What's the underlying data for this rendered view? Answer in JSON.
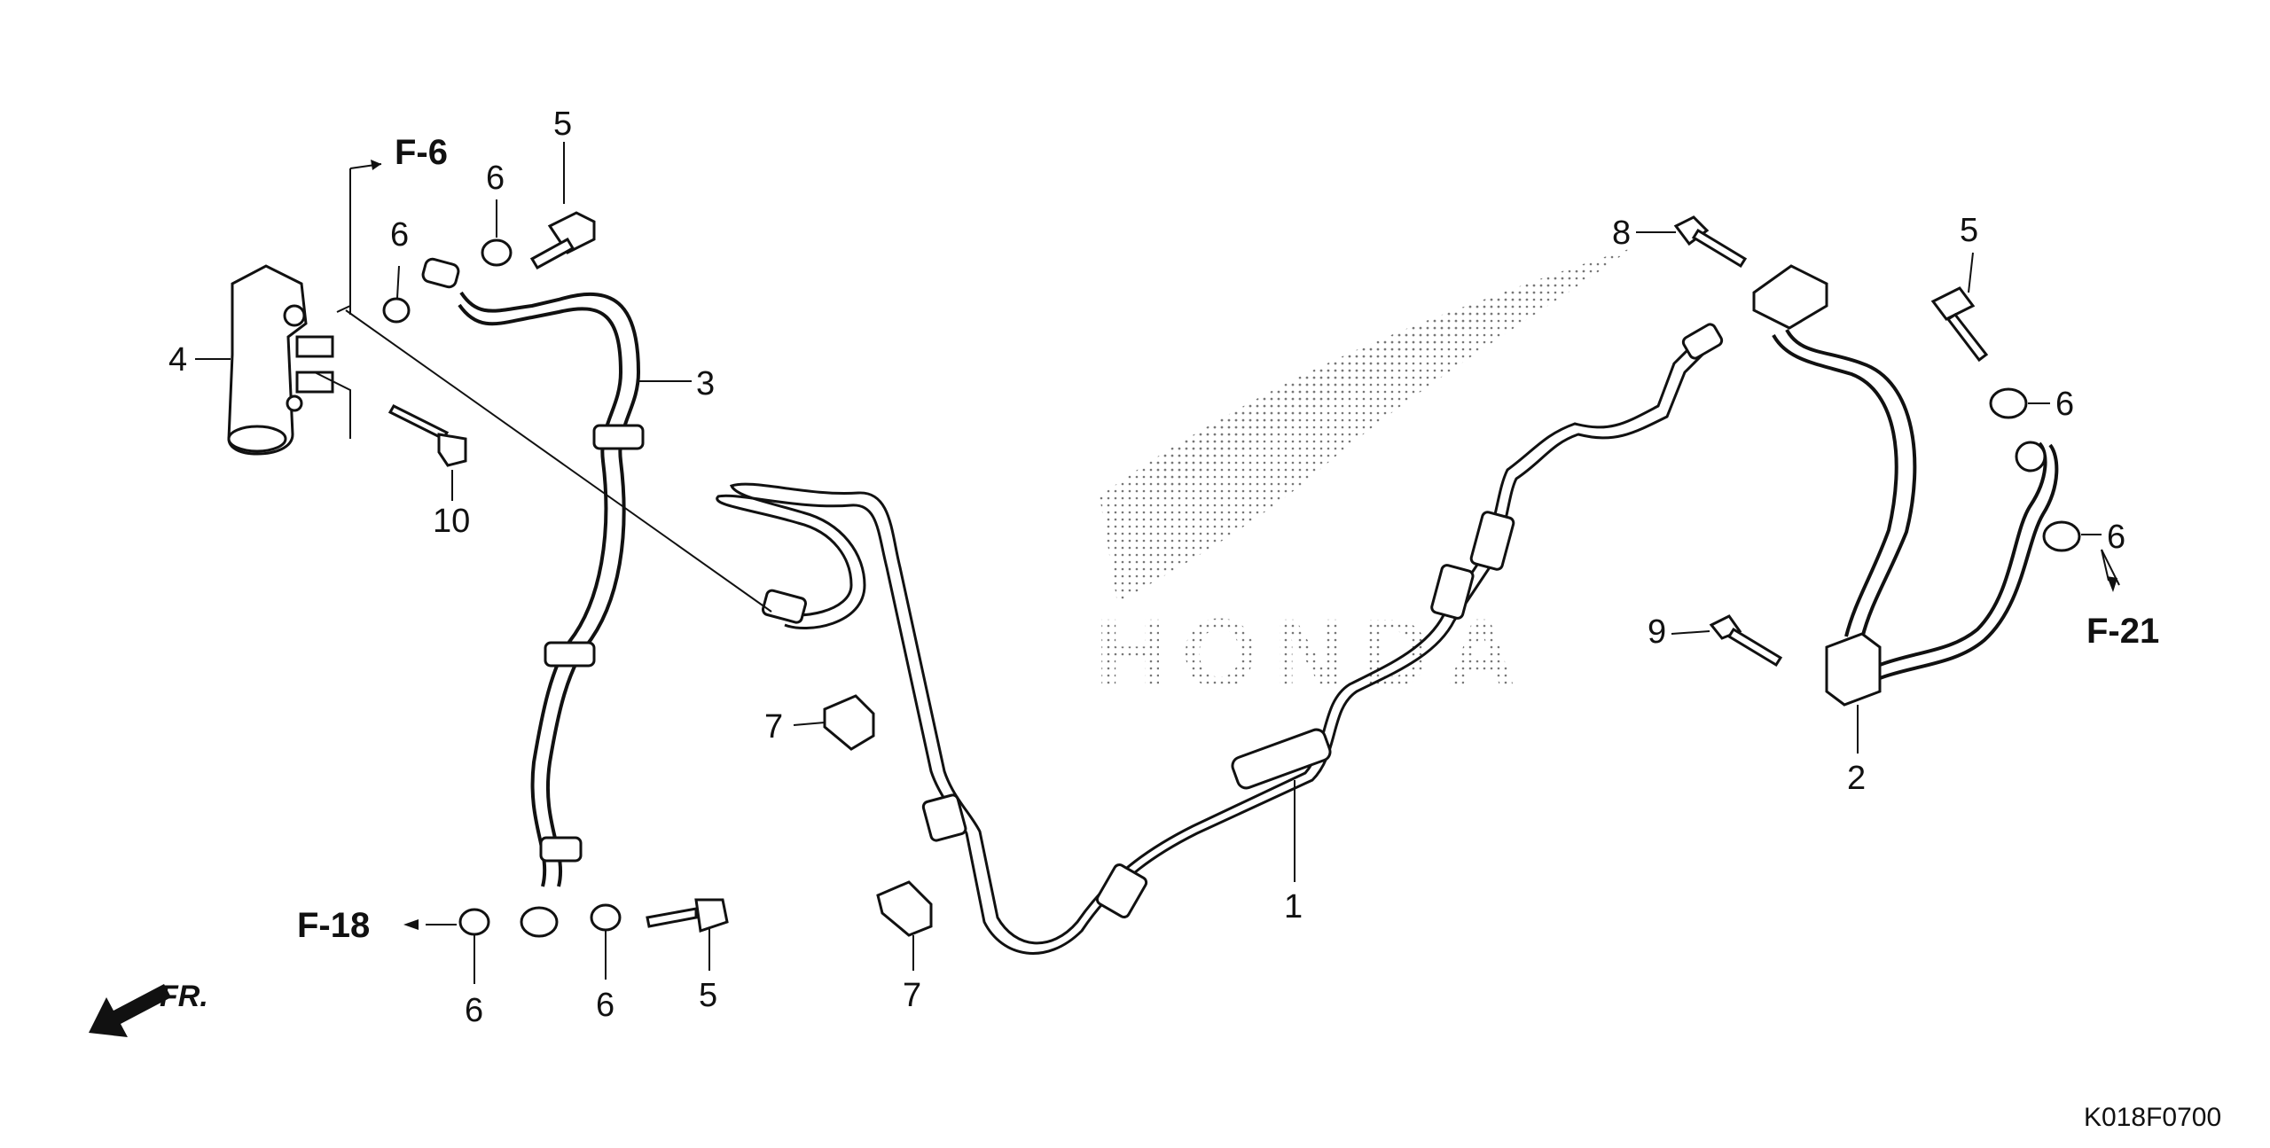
{
  "diagram": {
    "callouts": {
      "p1": "1",
      "p2": "2",
      "p3": "3",
      "p4": "4",
      "p5a": "5",
      "p5b": "5",
      "p5c": "5",
      "p6a": "6",
      "p6b": "6",
      "p6c": "6",
      "p6d": "6",
      "p6e": "6",
      "p6f": "6",
      "p7a": "7",
      "p7b": "7",
      "p8": "8",
      "p9": "9",
      "p10": "10"
    },
    "refs": {
      "f6": "F-6",
      "f18": "F-18",
      "f21": "F-21"
    },
    "direction_label": "FR.",
    "watermark": "HONDA",
    "diagram_code": "K018F0700"
  }
}
